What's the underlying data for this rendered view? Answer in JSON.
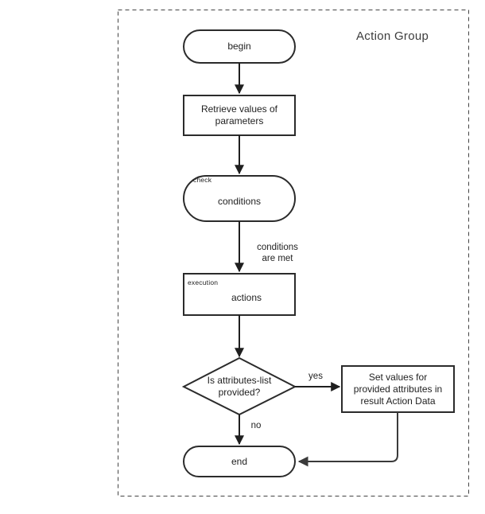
{
  "diagram": {
    "group": {
      "title": "Action Group",
      "border_style": "dashed",
      "border_color": "#444444"
    },
    "colors": {
      "stroke": "#2b2b2b",
      "fill": "#ffffff",
      "text": "#1f1f1f",
      "title": "#3c3c3c",
      "canvas": "#ffffff"
    },
    "nodes": [
      {
        "id": "begin",
        "shape": "stadium",
        "label": "begin",
        "caption": ""
      },
      {
        "id": "retrieve",
        "shape": "rectangle",
        "label": "Retrieve values of\nparameters",
        "caption": ""
      },
      {
        "id": "conditions",
        "shape": "stadium",
        "label": "conditions",
        "caption": "check"
      },
      {
        "id": "actions",
        "shape": "rectangle",
        "label": "actions",
        "caption": "execution"
      },
      {
        "id": "decision",
        "shape": "diamond",
        "label": "Is attributes-list\nprovided?",
        "caption": ""
      },
      {
        "id": "setvalues",
        "shape": "rectangle",
        "label": "Set values for\nprovided attributes in\nresult Action Data",
        "caption": ""
      },
      {
        "id": "end",
        "shape": "stadium",
        "label": "end",
        "caption": ""
      }
    ],
    "edges": [
      {
        "from": "begin",
        "to": "retrieve",
        "label": ""
      },
      {
        "from": "retrieve",
        "to": "conditions",
        "label": ""
      },
      {
        "from": "conditions",
        "to": "actions",
        "label": "conditions\nare met"
      },
      {
        "from": "actions",
        "to": "decision",
        "label": ""
      },
      {
        "from": "decision",
        "to": "setvalues",
        "label": "yes"
      },
      {
        "from": "decision",
        "to": "end",
        "label": "no"
      },
      {
        "from": "setvalues",
        "to": "end",
        "label": ""
      }
    ]
  }
}
